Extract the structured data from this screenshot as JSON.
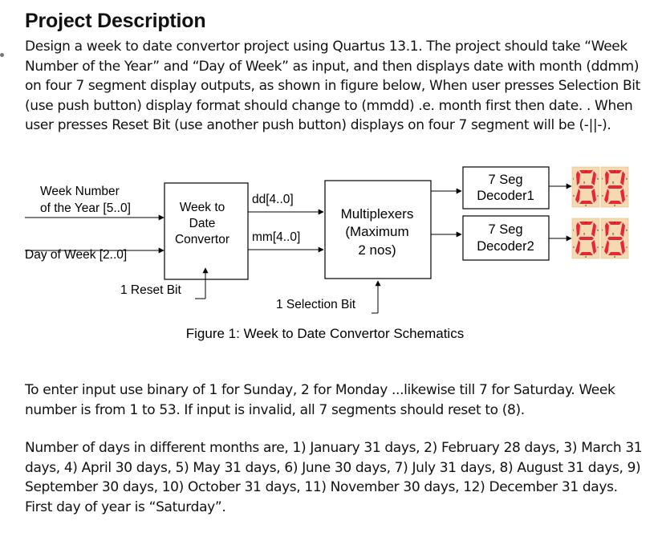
{
  "heading": "Project Description",
  "intro": "Design a week to date convertor project using Quartus 13.1. The project should take “Week Number of the Year” and “Day of Week” as input, and then displays date with month (ddmm) on four 7 segment display outputs, as shown in figure below, When user presses Selection Bit (use push button) display format should change to (mmdd) .e. month first then date. . When user presses Reset Bit (use another push button) displays on four 7 segment will be (-||-).",
  "figure": {
    "input_week_line1": "Week Number",
    "input_week_line2": "of the Year [5..0]",
    "input_day": "Day of Week [2..0]",
    "converter_line1": "Week to",
    "converter_line2": "Date",
    "converter_line3": "Convertor",
    "bus_dd": "dd[4..0]",
    "bus_mm": "mm[4..0]",
    "mux_line1": "Multiplexers",
    "mux_line2": "(Maximum",
    "mux_line3": "2 nos)",
    "decoder1_line1": "7 Seg",
    "decoder1_line2": "Decoder1",
    "decoder2_line1": "7 Seg",
    "decoder2_line2": "Decoder2",
    "reset_label": "1 Reset Bit",
    "selection_label": "1 Selection Bit",
    "caption": "Figure 1: Week to Date Convertor Schematics",
    "display_color": "#f5d9b0",
    "segment_color": "#e8263a"
  },
  "input_rules": "To enter input use binary of 1 for Sunday, 2 for Monday ...likewise till 7 for Saturday. Week number is from 1 to 53. If input is invalid, all 7 segments should reset to (8).",
  "month_days": "Number of days in different months are, 1) January 31 days, 2) February 28 days, 3) March 31 days, 4) April 30 days, 5) May 31 days, 6) June 30 days, 7) July 31 days, 8) August 31 days, 9) September 30 days, 10) October 31 days, 11) November 30 days, 12) December 31 days. First day of year is “Saturday”."
}
